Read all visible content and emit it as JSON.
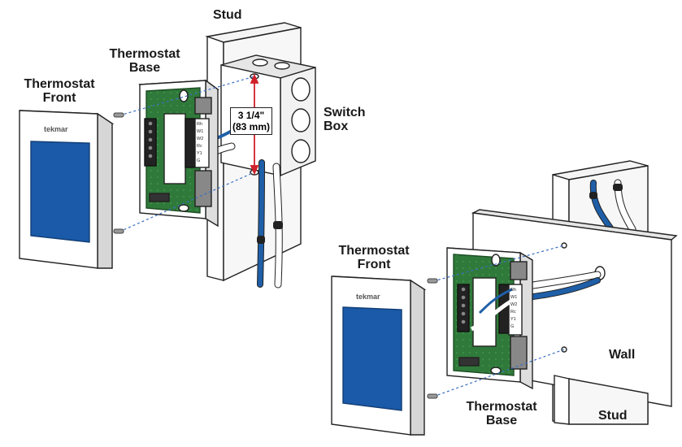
{
  "left_assembly": {
    "stud_label": "Stud",
    "base_label_line1": "Thermostat",
    "base_label_line2": "Base",
    "front_label_line1": "Thermostat",
    "front_label_line2": "Front",
    "switchbox_label_line1": "Switch",
    "switchbox_label_line2": "Box",
    "dimension_line1": "3 1/4\"",
    "dimension_line2": "(83 mm)",
    "brand": "tekmar"
  },
  "right_assembly": {
    "front_label_line1": "Thermostat",
    "front_label_line2": "Front",
    "base_label_line1": "Thermostat",
    "base_label_line2": "Base",
    "wall_label": "Wall",
    "stud_label": "Stud",
    "brand": "tekmar"
  },
  "terminal_labels": [
    "Rh",
    "W1",
    "W2",
    "Rc",
    "Y1",
    "G"
  ],
  "colors": {
    "board_green": "#2f7a3a",
    "screen_blue": "#1a5aa8",
    "wire_blue": "#1f5fa8",
    "dim_red": "#d0202a",
    "outline": "#222222"
  }
}
